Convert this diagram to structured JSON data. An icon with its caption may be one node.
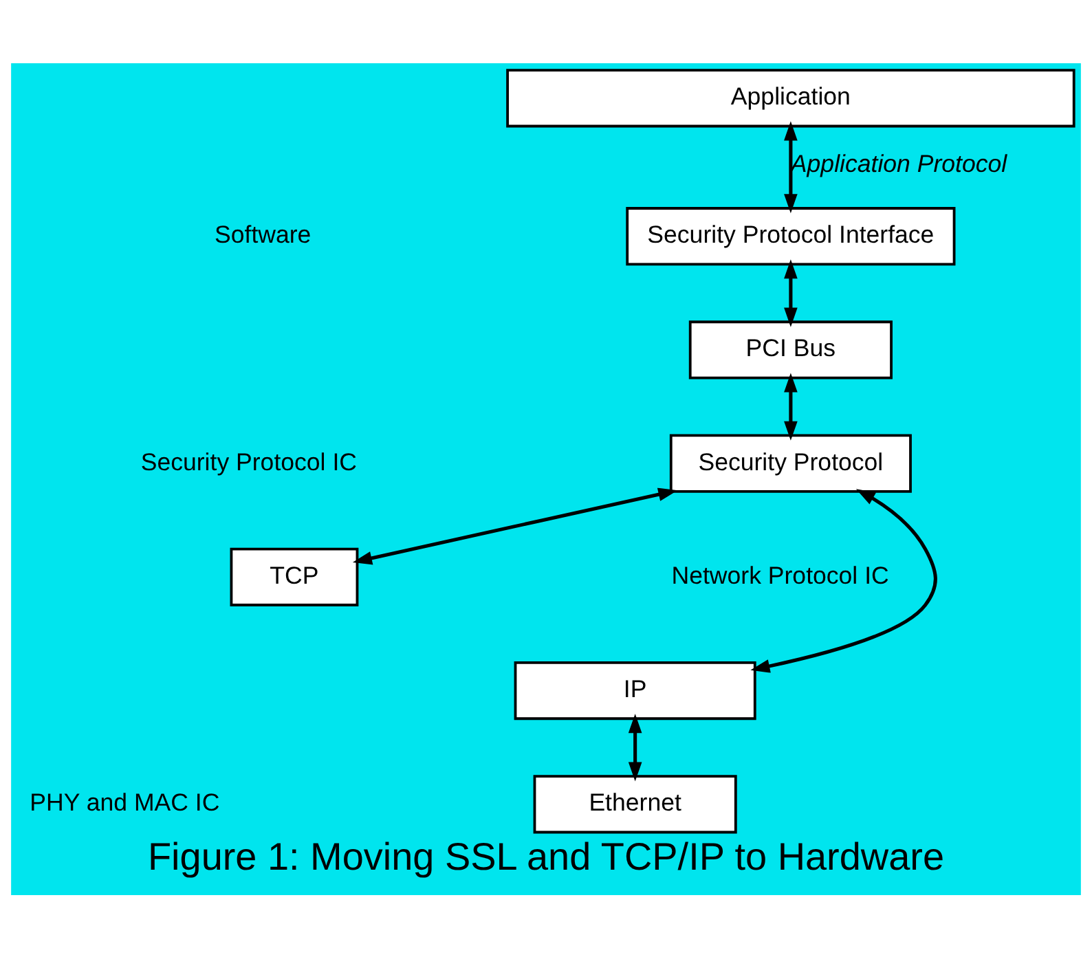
{
  "diagram": {
    "caption": "Figure 1: Moving SSL and TCP/IP to Hardware",
    "nodes": [
      {
        "text": [
          "Application"
        ]
      },
      {
        "text": [
          "Security Protocol Interface"
        ]
      },
      {
        "text": [
          "PCI Bus"
        ]
      },
      {
        "text": [
          "Security Protocol"
        ]
      },
      {
        "text": [
          "TCP"
        ]
      },
      {
        "text": [
          "IP"
        ]
      },
      {
        "text": [
          "Ethernet"
        ]
      }
    ],
    "edges": [
      {
        "from": 0,
        "to": 1,
        "arrow": "both",
        "label": "Application Protocol"
      },
      {
        "from": 1,
        "to": 2,
        "arrow": "both"
      },
      {
        "from": 2,
        "to": 3,
        "arrow": "both"
      },
      {
        "from": 3,
        "to": 4,
        "arrow": "both"
      },
      {
        "from": 3,
        "to": 5,
        "arrow": "both"
      },
      {
        "from": 5,
        "to": 6,
        "arrow": "both"
      }
    ],
    "labels": [
      "Software",
      "Security Protocol IC",
      "Network Protocol IC",
      "PHY and MAC IC"
    ]
  }
}
